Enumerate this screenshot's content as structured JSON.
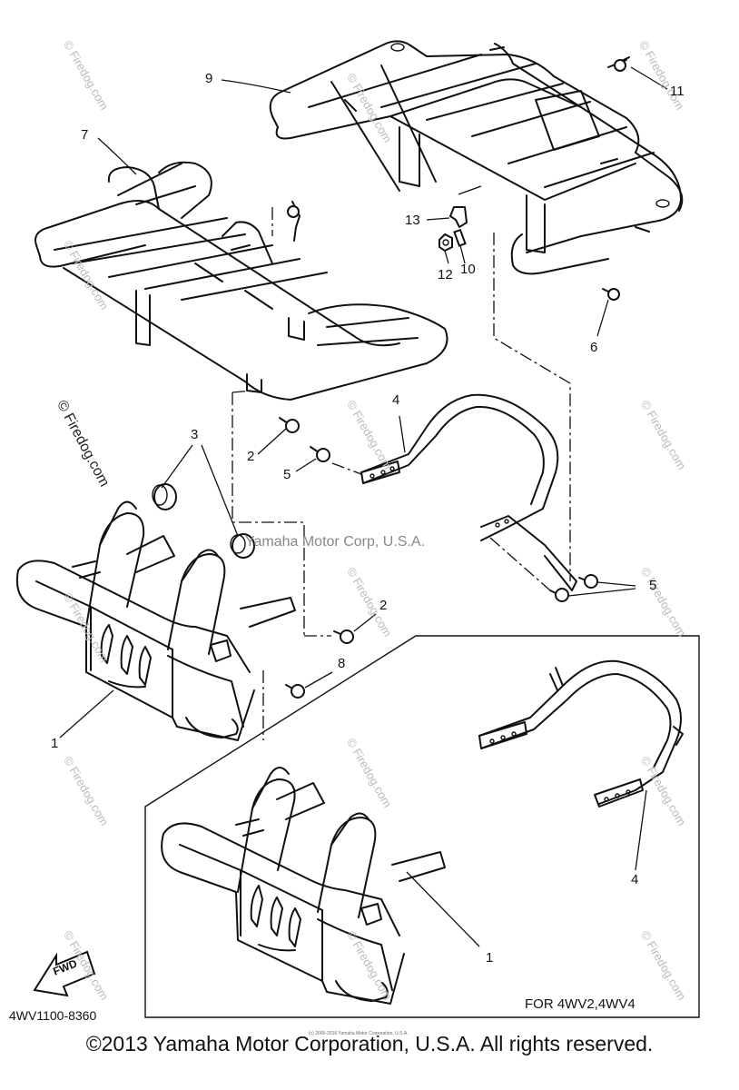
{
  "callouts": {
    "c1a": "1",
    "c1b": "1",
    "c2a": "2",
    "c2b": "2",
    "c3": "3",
    "c4a": "4",
    "c4b": "4",
    "c5a": "5",
    "c5b": "5",
    "c6": "6",
    "c7": "7",
    "c8": "8",
    "c9": "9",
    "c10": "10",
    "c11": "11",
    "c12": "12",
    "c13": "13"
  },
  "watermark": {
    "side": "© Firedog.com",
    "center": "Yamaha Motor Corp, U.S.A.",
    "faint": "© Firedog.com"
  },
  "inset_caption": "FOR 4WV2,4WV4",
  "fwd_label": "FWD",
  "diagram_code": "4WV1100-8360",
  "tiny_notice": "(c) 2005-2016 Yamaha Motor Corporation, U.S.A.",
  "footer": "©2013 Yamaha Motor Corporation, U.S.A. All rights reserved."
}
